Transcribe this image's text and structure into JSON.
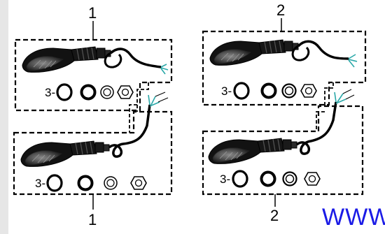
{
  "groups": [
    {
      "callout": "1",
      "lamps": [
        {
          "hardware_qty": "3-"
        },
        {
          "hardware_qty": "3-"
        }
      ]
    },
    {
      "callout": "2",
      "lamps": [
        {
          "hardware_qty": "3-"
        },
        {
          "hardware_qty": "3-"
        }
      ]
    }
  ],
  "callouts": {
    "left_top": "1",
    "left_bottom": "1",
    "right_top": "2",
    "right_bottom": "2"
  },
  "watermark": "WWW",
  "colors": {
    "line": "#000000",
    "wire_accent": "#2aa8a8",
    "lamp_body": "#111111",
    "lens": "#555555",
    "watermark": "#1a1ae6"
  }
}
